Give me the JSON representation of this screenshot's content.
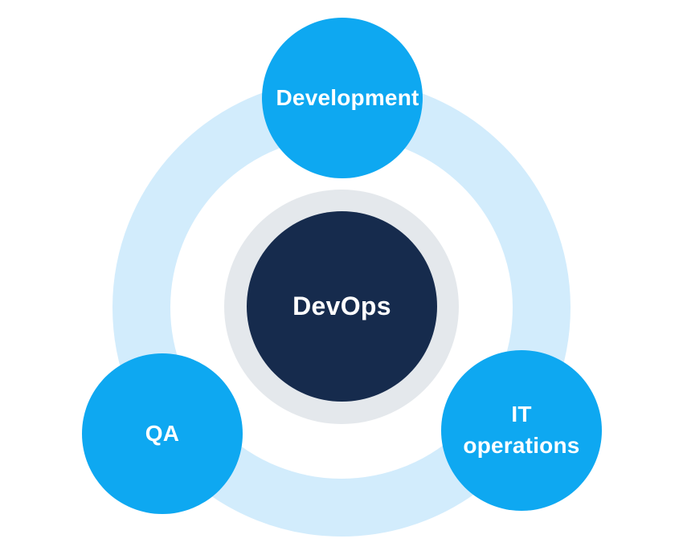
{
  "diagram": {
    "type": "concept-diagram",
    "center": {
      "label": "DevOps"
    },
    "nodes": [
      {
        "id": "development",
        "label": "Development"
      },
      {
        "id": "qa",
        "label": "QA"
      },
      {
        "id": "it-operations",
        "label": "IT operations"
      }
    ],
    "colors": {
      "node_blue": "#0EA8F1",
      "ring_light_blue": "#D2ECFC",
      "halo_gray": "#E4E8EC",
      "center_navy": "#162B4D",
      "text": "#FFFFFF",
      "background": "#FFFFFF"
    }
  }
}
